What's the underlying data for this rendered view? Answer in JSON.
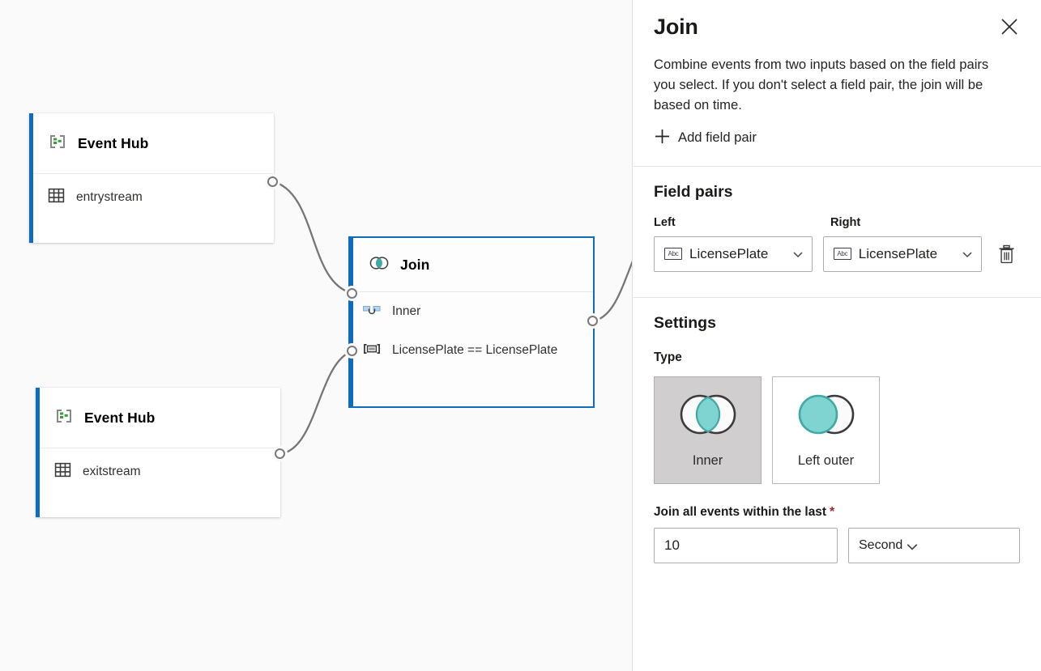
{
  "canvas": {
    "nodes": [
      {
        "id": "event-hub-entry",
        "title": "Event Hub",
        "icon": "event-hub-icon",
        "row_icon": "table-icon",
        "row_label": "entrystream"
      },
      {
        "id": "join-node",
        "title": "Join",
        "icon": "join-venn-icon",
        "rows": [
          {
            "icon": "inner-join-icon",
            "label": "Inner"
          },
          {
            "icon": "field-condition-icon",
            "label": "LicensePlate == LicensePlate"
          }
        ]
      },
      {
        "id": "event-hub-exit",
        "title": "Event Hub",
        "icon": "event-hub-icon",
        "row_icon": "table-icon",
        "row_label": "exitstream"
      }
    ]
  },
  "panel": {
    "title": "Join",
    "close_icon": "close-icon",
    "description": "Combine events from two inputs based on the field pairs you select. If you don't select a field pair, the join will be based on time.",
    "add_field_pair": {
      "icon": "plus-icon",
      "label": "Add field pair"
    },
    "field_pairs": {
      "section_title": "Field pairs",
      "left_label": "Left",
      "right_label": "Right",
      "rows": [
        {
          "left_value": "LicensePlate",
          "left_icon": "abc-string-icon",
          "right_value": "LicensePlate",
          "right_icon": "abc-string-icon",
          "delete_icon": "trash-icon"
        }
      ]
    },
    "settings": {
      "section_title": "Settings",
      "type_label": "Type",
      "type_options": [
        {
          "label": "Inner",
          "icon": "venn-inner-icon",
          "selected": true
        },
        {
          "label": "Left outer",
          "icon": "venn-left-outer-icon",
          "selected": false
        }
      ],
      "duration": {
        "label": "Join all events within the last",
        "required_marker": "*",
        "value": "10",
        "unit": "Second",
        "unit_chevron": "chevron-down-icon"
      }
    }
  },
  "colors": {
    "accent_blue": "#0f6cbd",
    "teal": "#7fd3d0",
    "teal_stroke": "#3fa9a5",
    "canvas_bg": "#fafafa",
    "required_red": "#a4262c",
    "event_hub_green": "#3d9c40"
  }
}
